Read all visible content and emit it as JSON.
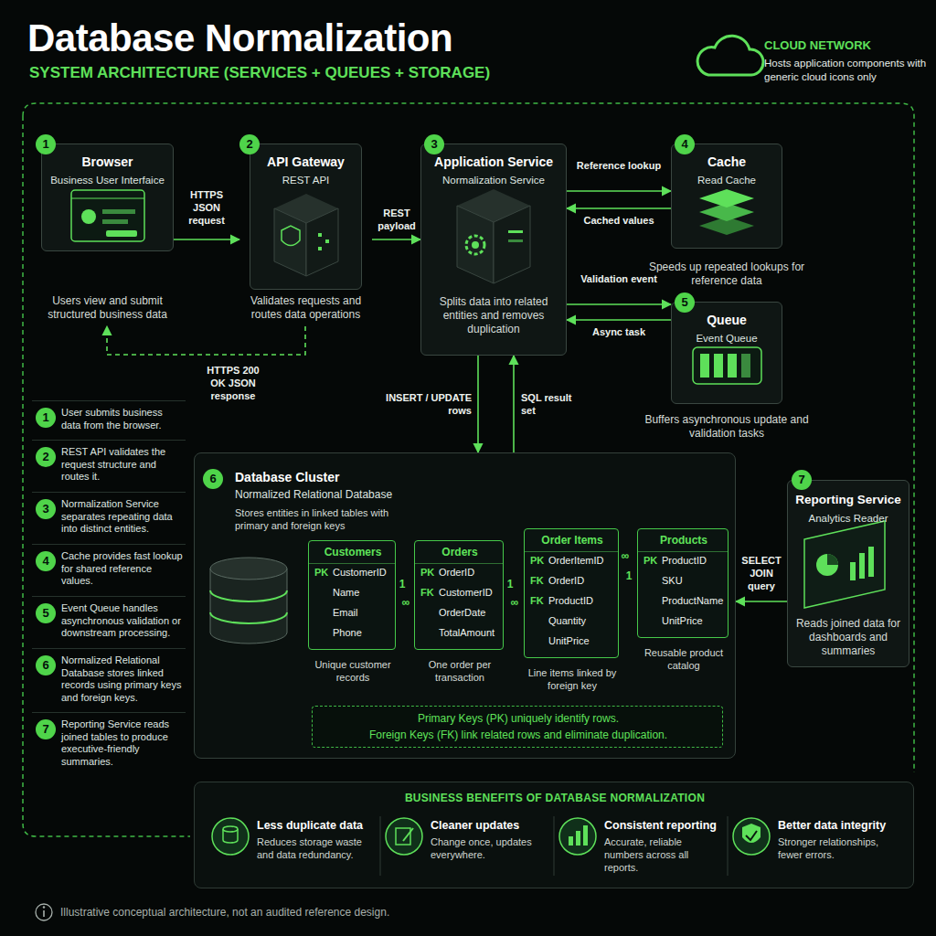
{
  "diagram": {
    "title": "Database Normalization",
    "caption": "Illustrative conceptual architecture, not an audited reference design.",
    "nodes": [
      {
        "text": [
          "Browser",
          "Business User Interfaice",
          "Users view and submit structured business data"
        ]
      },
      {
        "text": [
          "API Gateway",
          "REST API",
          "Validates requests and routes data operations"
        ]
      },
      {
        "text": [
          "Application Service",
          "Normalization Service",
          "Splits data into related entities and removes duplication"
        ]
      },
      {
        "text": [
          "Cache",
          "Read Cache",
          "Speeds up repeated lookups for reference data"
        ]
      },
      {
        "text": [
          "Queue",
          "Event Queue",
          "Buffers asynchronous update and validation tasks"
        ]
      },
      {
        "text": [
          "Database Cluster",
          "Normalized Relational Database",
          "Stores entities in linked tables with primary and foreign keys"
        ]
      },
      {
        "text": [
          "Customers",
          "PK",
          "CustomerID",
          "Name",
          "Email",
          "Phone",
          "Unique customer records"
        ],
        "in": 5
      },
      {
        "text": [
          "Orders",
          "PK",
          "OrderID",
          "FK",
          "CustomerID",
          "OrderDate",
          "TotalAmount",
          "One order per transaction"
        ],
        "in": 5
      },
      {
        "text": [
          "Order Items",
          "PK",
          "OrderItemID",
          "FK",
          "OrderID",
          "FK",
          "ProductID",
          "Quantity",
          "UnitPrice",
          "Line items linked by foreign key"
        ],
        "in": 5
      },
      {
        "text": [
          "Products",
          "PK",
          "ProductID",
          "SKU",
          "ProductName",
          "UnitPrice",
          "Reusable product catalog"
        ],
        "in": 5
      },
      {
        "text": [
          "Primary Keys (PK) uniquely identify rows.",
          "Foreign Keys (FK) link related rows and eliminate duplication."
        ],
        "in": 5
      },
      {
        "text": [
          "Reporting Service",
          "Analytics Reader",
          "Reads joined data for dashboards and summaries"
        ]
      },
      {
        "text": [
          "1",
          "User submits business data from the browser."
        ]
      },
      {
        "text": [
          "2",
          "REST API validates the request structure and routes it."
        ]
      },
      {
        "text": [
          "3",
          "Normalization Service separates repeating data into distinct entities."
        ]
      },
      {
        "text": [
          "4",
          "Cache provides fast lookup for shared reference values."
        ]
      },
      {
        "text": [
          "5",
          "Event Queue handles asynchronous validation or downstream processing."
        ]
      },
      {
        "text": [
          "6",
          "Normalized Relational Database stores linked records using primary keys and foreign keys."
        ]
      },
      {
        "text": [
          "7",
          "Reporting Service reads joined tables to produce executive-friendly summaries."
        ]
      },
      {
        "text": [
          "BUSINESS BENEFITS OF DATABASE NORMALIZATION"
        ]
      },
      {
        "text": [
          "Less duplicate data",
          "Reduces storage waste and data redundancy."
        ],
        "in": 19
      },
      {
        "text": [
          "Cleaner updates",
          "Change once, updates everywhere."
        ],
        "in": 19
      },
      {
        "text": [
          "Consistent reporting",
          "Accurate, reliable numbers across all reports."
        ],
        "in": 19
      },
      {
        "text": [
          "Better data integrity",
          "Stronger relationships, fewer errors."
        ],
        "in": 19
      }
    ],
    "edges": [
      {
        "from": 0,
        "to": 1,
        "label": "HTTPS JSON request",
        "arrow": "to"
      },
      {
        "from": 1,
        "to": 0,
        "label": "HTTPS 200 OK JSON response",
        "arrow": "to"
      },
      {
        "from": 1,
        "to": 2,
        "label": "REST payload",
        "arrow": "to"
      },
      {
        "from": 2,
        "to": 3,
        "label": "Reference lookup",
        "arrow": "to"
      },
      {
        "from": 3,
        "to": 2,
        "label": "Cached values",
        "arrow": "to"
      },
      {
        "from": 2,
        "to": 4,
        "label": "Validation event",
        "arrow": "to"
      },
      {
        "from": 4,
        "to": 2,
        "label": "Async task",
        "arrow": "to"
      },
      {
        "from": 2,
        "to": 5,
        "label": "INSERT / UPDATE rows",
        "arrow": "to"
      },
      {
        "from": 5,
        "to": 2,
        "label": "SQL result set",
        "arrow": "to"
      },
      {
        "from": 11,
        "to": 5,
        "label": "SELECT JOIN query",
        "arrow": "to"
      },
      {
        "from": 6,
        "to": 7,
        "arrow": "none"
      },
      {
        "from": 7,
        "to": 8,
        "arrow": "none"
      },
      {
        "from": 8,
        "to": 9,
        "arrow": "none"
      }
    ],
    "labels": [
      "SYSTEM ARCHITECTURE (SERVICES + QUEUES + STORAGE)",
      "CLOUD NETWORK",
      "Hosts application components with generic cloud icons only",
      "1",
      "2",
      "3",
      "4",
      "5",
      "6",
      "7",
      "1",
      "∞",
      "1",
      "∞",
      "∞",
      "1"
    ]
  }
}
